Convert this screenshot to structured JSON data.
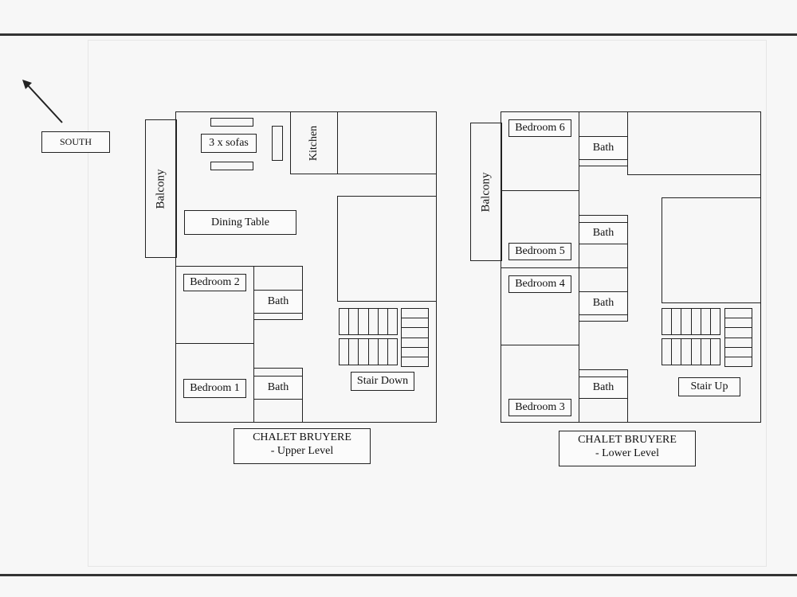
{
  "compass": {
    "label": "SOUTH",
    "icon": "arrow-icon"
  },
  "upper": {
    "balcony": "Balcony",
    "kitchen": "Kitchen",
    "sofas": "3 x sofas",
    "dining": "Dining Table",
    "bedroom2": "Bedroom 2",
    "bath_a": "Bath",
    "bedroom1": "Bedroom 1",
    "bath_b": "Bath",
    "stair": "Stair Down",
    "caption_line1": "CHALET BRUYERE",
    "caption_line2": "- Upper Level"
  },
  "lower": {
    "balcony": "Balcony",
    "bedroom6": "Bedroom 6",
    "bath_a": "Bath",
    "bath_b": "Bath",
    "bedroom5": "Bedroom 5",
    "bedroom4": "Bedroom 4",
    "bath_c": "Bath",
    "bedroom3": "Bedroom 3",
    "bath_d": "Bath",
    "stair": "Stair Up",
    "caption_line1": "CHALET BRUYERE",
    "caption_line2": "- Lower Level"
  }
}
